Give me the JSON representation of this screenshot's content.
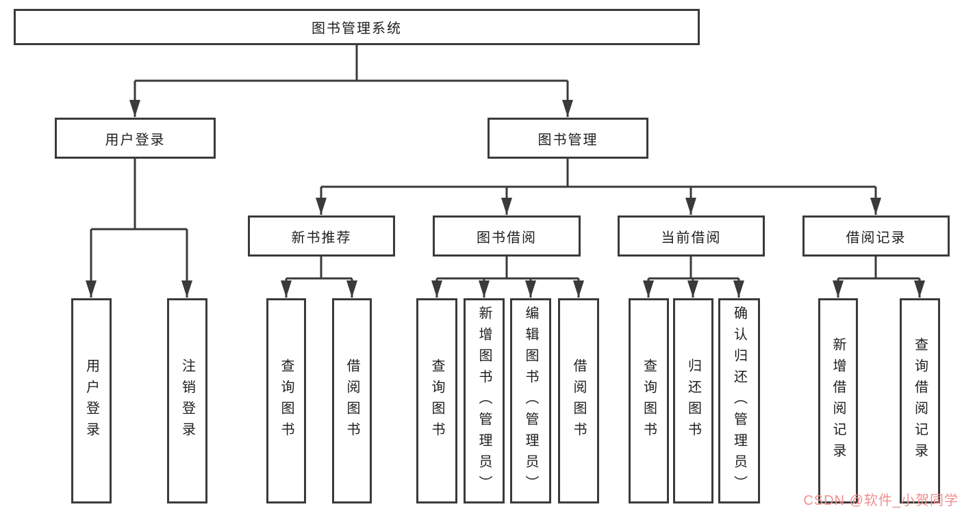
{
  "tree": {
    "label": "图书管理系统",
    "children": [
      {
        "label": "用户登录",
        "children": [
          {
            "label": "用户登录"
          },
          {
            "label": "注销登录"
          }
        ]
      },
      {
        "label": "图书管理",
        "children": [
          {
            "label": "新书推荐",
            "children": [
              {
                "label": "查询图书"
              },
              {
                "label": "借阅图书"
              }
            ]
          },
          {
            "label": "图书借阅",
            "children": [
              {
                "label": "查询图书"
              },
              {
                "label": "新增图书（管理员）"
              },
              {
                "label": "编辑图书（管理员）"
              },
              {
                "label": "借阅图书"
              }
            ]
          },
          {
            "label": "当前借阅",
            "children": [
              {
                "label": "查询图书"
              },
              {
                "label": "归还图书"
              },
              {
                "label": "确认归还（管理员）"
              }
            ]
          },
          {
            "label": "借阅记录",
            "children": [
              {
                "label": "新增借阅记录"
              },
              {
                "label": "查询借阅记录"
              }
            ]
          }
        ]
      }
    ]
  },
  "watermark": {
    "text": "CSDN @软件_小贺同学"
  },
  "colors": {
    "line": "#3a3a3a",
    "box_background": "#ffffff",
    "text": "#1e1e1e",
    "watermark": "#f28f8f"
  }
}
